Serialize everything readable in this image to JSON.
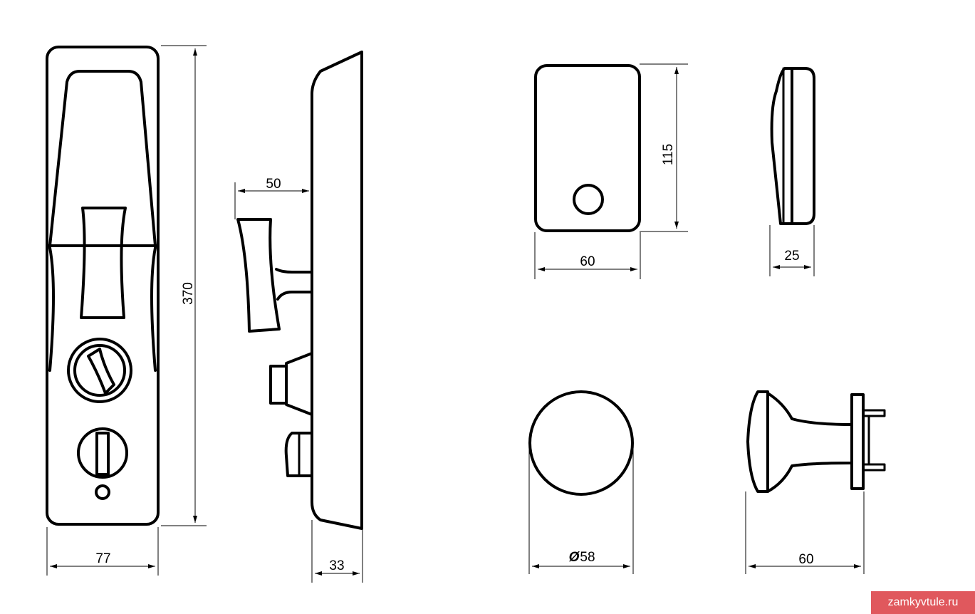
{
  "dimensions": {
    "front_width": "77",
    "height": "370",
    "handle_projection": "50",
    "side_depth": "33",
    "rosette_width": "60",
    "rosette_height": "115",
    "rosette_depth": "25",
    "knob_diameter": "58",
    "knob_length": "60"
  },
  "diameter_symbol": "Ø",
  "brand": "zamkyvtule.ru"
}
